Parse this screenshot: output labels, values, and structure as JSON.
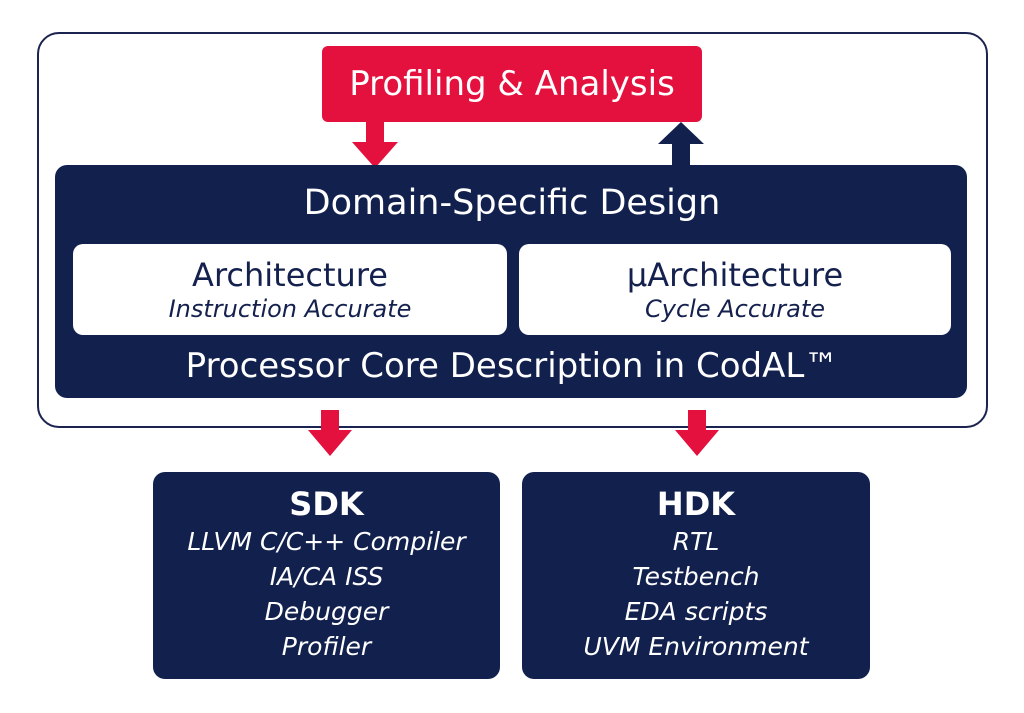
{
  "profiling": {
    "label": "Profiling & Analysis"
  },
  "design": {
    "title": "Domain-Specific Design",
    "architecture": {
      "title": "Architecture",
      "subtitle": "Instruction Accurate"
    },
    "microarchitecture": {
      "title": "µArchitecture",
      "subtitle": "Cycle Accurate"
    },
    "core_description": "Processor Core Description in CodAL™"
  },
  "sdk": {
    "title": "SDK",
    "items": [
      "LLVM C/C++ Compiler",
      "IA/CA ISS",
      "Debugger",
      "Profiler"
    ]
  },
  "hdk": {
    "title": "HDK",
    "items": [
      "RTL",
      "Testbench",
      "EDA scripts",
      "UVM Environment"
    ]
  },
  "colors": {
    "accent_red": "#e4113f",
    "navy": "#12204d",
    "frame_border": "#1b2350"
  },
  "icons": {
    "down_arrow_left": "arrow-down-red",
    "up_arrow": "arrow-up-navy",
    "sdk_arrow": "arrow-down-red",
    "hdk_arrow": "arrow-down-red"
  }
}
